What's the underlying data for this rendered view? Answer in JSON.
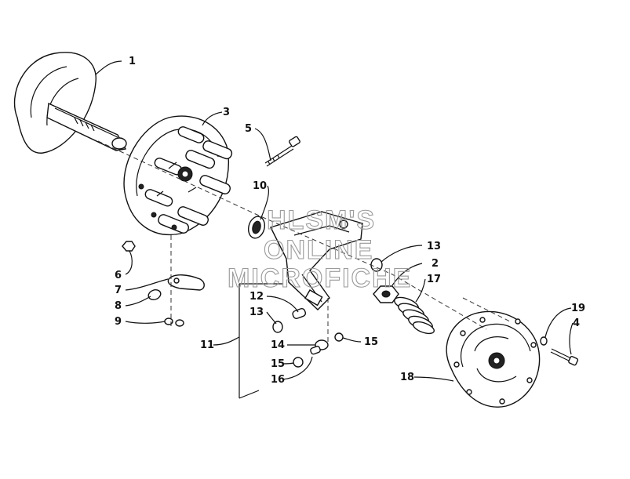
{
  "watermark": {
    "line1": "HLSM'S",
    "line2": "ONLINE",
    "line3": "MICROFICHE"
  },
  "callouts": [
    {
      "id": "c1",
      "text": "1"
    },
    {
      "id": "c3",
      "text": "3"
    },
    {
      "id": "c5",
      "text": "5"
    },
    {
      "id": "c10",
      "text": "10"
    },
    {
      "id": "c6",
      "text": "6"
    },
    {
      "id": "c7",
      "text": "7"
    },
    {
      "id": "c8",
      "text": "8"
    },
    {
      "id": "c9",
      "text": "9"
    },
    {
      "id": "c13a",
      "text": "13"
    },
    {
      "id": "c2",
      "text": "2"
    },
    {
      "id": "c17",
      "text": "17"
    },
    {
      "id": "c12",
      "text": "12"
    },
    {
      "id": "c13b",
      "text": "13"
    },
    {
      "id": "c11",
      "text": "11"
    },
    {
      "id": "c14",
      "text": "14"
    },
    {
      "id": "c15a",
      "text": "15"
    },
    {
      "id": "c15b",
      "text": "15"
    },
    {
      "id": "c16",
      "text": "16"
    },
    {
      "id": "c19",
      "text": "19"
    },
    {
      "id": "c4",
      "text": "4"
    },
    {
      "id": "c18",
      "text": "18"
    }
  ]
}
